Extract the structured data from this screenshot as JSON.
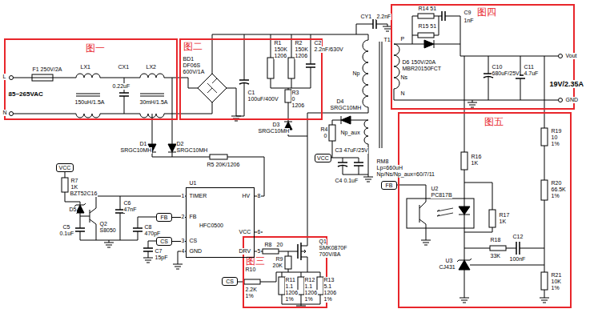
{
  "diagram": {
    "nodes": [
      {
        "text": [
          "图一"
        ]
      },
      {
        "text": [
          "图二"
        ]
      },
      {
        "text": [
          "图四"
        ]
      },
      {
        "text": [
          "图五"
        ]
      },
      {
        "text": [
          "图三"
        ]
      },
      {
        "text": [
          "VCC"
        ]
      },
      {
        "text": [
          "FB"
        ]
      },
      {
        "text": [
          "CS"
        ]
      },
      {
        "text": [
          "HFC0500"
        ]
      },
      {
        "text": [
          "VCC"
        ]
      },
      {
        "text": [
          "CS"
        ]
      },
      {
        "text": [
          "FB"
        ]
      }
    ],
    "edges": [
      {
        "from": 6,
        "to": 8,
        "arrow": "none"
      },
      {
        "from": 7,
        "to": 8,
        "arrow": "none"
      }
    ],
    "labels": [
      "F1 250V/2A",
      "L",
      "N",
      "85~265VAC",
      "LX1",
      "150uH/1.5A",
      "CX1",
      "0.22uF",
      "LX2",
      "30mH/1.5A",
      "BD1",
      "DF06S",
      "600V/1A",
      "R1",
      "150K",
      "1206",
      "R2",
      "150K",
      "1206",
      "C2",
      "2.2nF/630V",
      "C1",
      "100uF/400V",
      "R3",
      "0",
      "1206",
      "D3",
      "SRGC10MH",
      "CY1",
      "2.2nF",
      "T1",
      "Np",
      "D4",
      "SRGC10MH",
      "Np_aux",
      "R4",
      "0",
      "C3 47uF/25V",
      "C4 0.1uF",
      "RM8",
      "Lp=660uH",
      "Np/Ns/Np_aux=60/7/11",
      "D1",
      "SRGC10MH",
      "D2",
      "SRGC10MH",
      "R5 20K/1206",
      "R7",
      "1K",
      "BZT52C16",
      "D5",
      "Q2",
      "S8050",
      "C6",
      "47nF",
      "C5",
      "0.1uF",
      "C8",
      "470pF",
      "C7",
      "15pF",
      "U1",
      "TIMER",
      "FB",
      "CS",
      "GND",
      "HV",
      "VCC",
      "DRV",
      "1",
      "2",
      "3",
      "4",
      "8",
      "6",
      "5",
      "R8",
      "20",
      "R9",
      "20K",
      "Q1",
      "SMK0870F",
      "700V/8A",
      "R11",
      "1.1",
      "1206",
      "1%",
      "R12",
      "1.1",
      "1206",
      "1%",
      "R13",
      "5.1",
      "1206",
      "1%",
      "R10",
      "2.2K",
      "1%",
      "R14 51",
      "R15 51",
      "C9",
      "1nF",
      "P",
      "Ns",
      "N",
      "D6 150V/20A",
      "MBR20150FCT",
      "C10",
      "680uF/25V",
      "C11",
      "4.7uF",
      "Vout",
      "19V/2.35A",
      "GND",
      "R16",
      "1K",
      "U2",
      "PC817B",
      "R17",
      "1K",
      "R18",
      "33K",
      "C12",
      "100nF",
      "U3",
      "CJ431",
      "R19",
      "10",
      "1%",
      "R20",
      "66.5K",
      "1%",
      "R21",
      "10K",
      "1%"
    ]
  }
}
